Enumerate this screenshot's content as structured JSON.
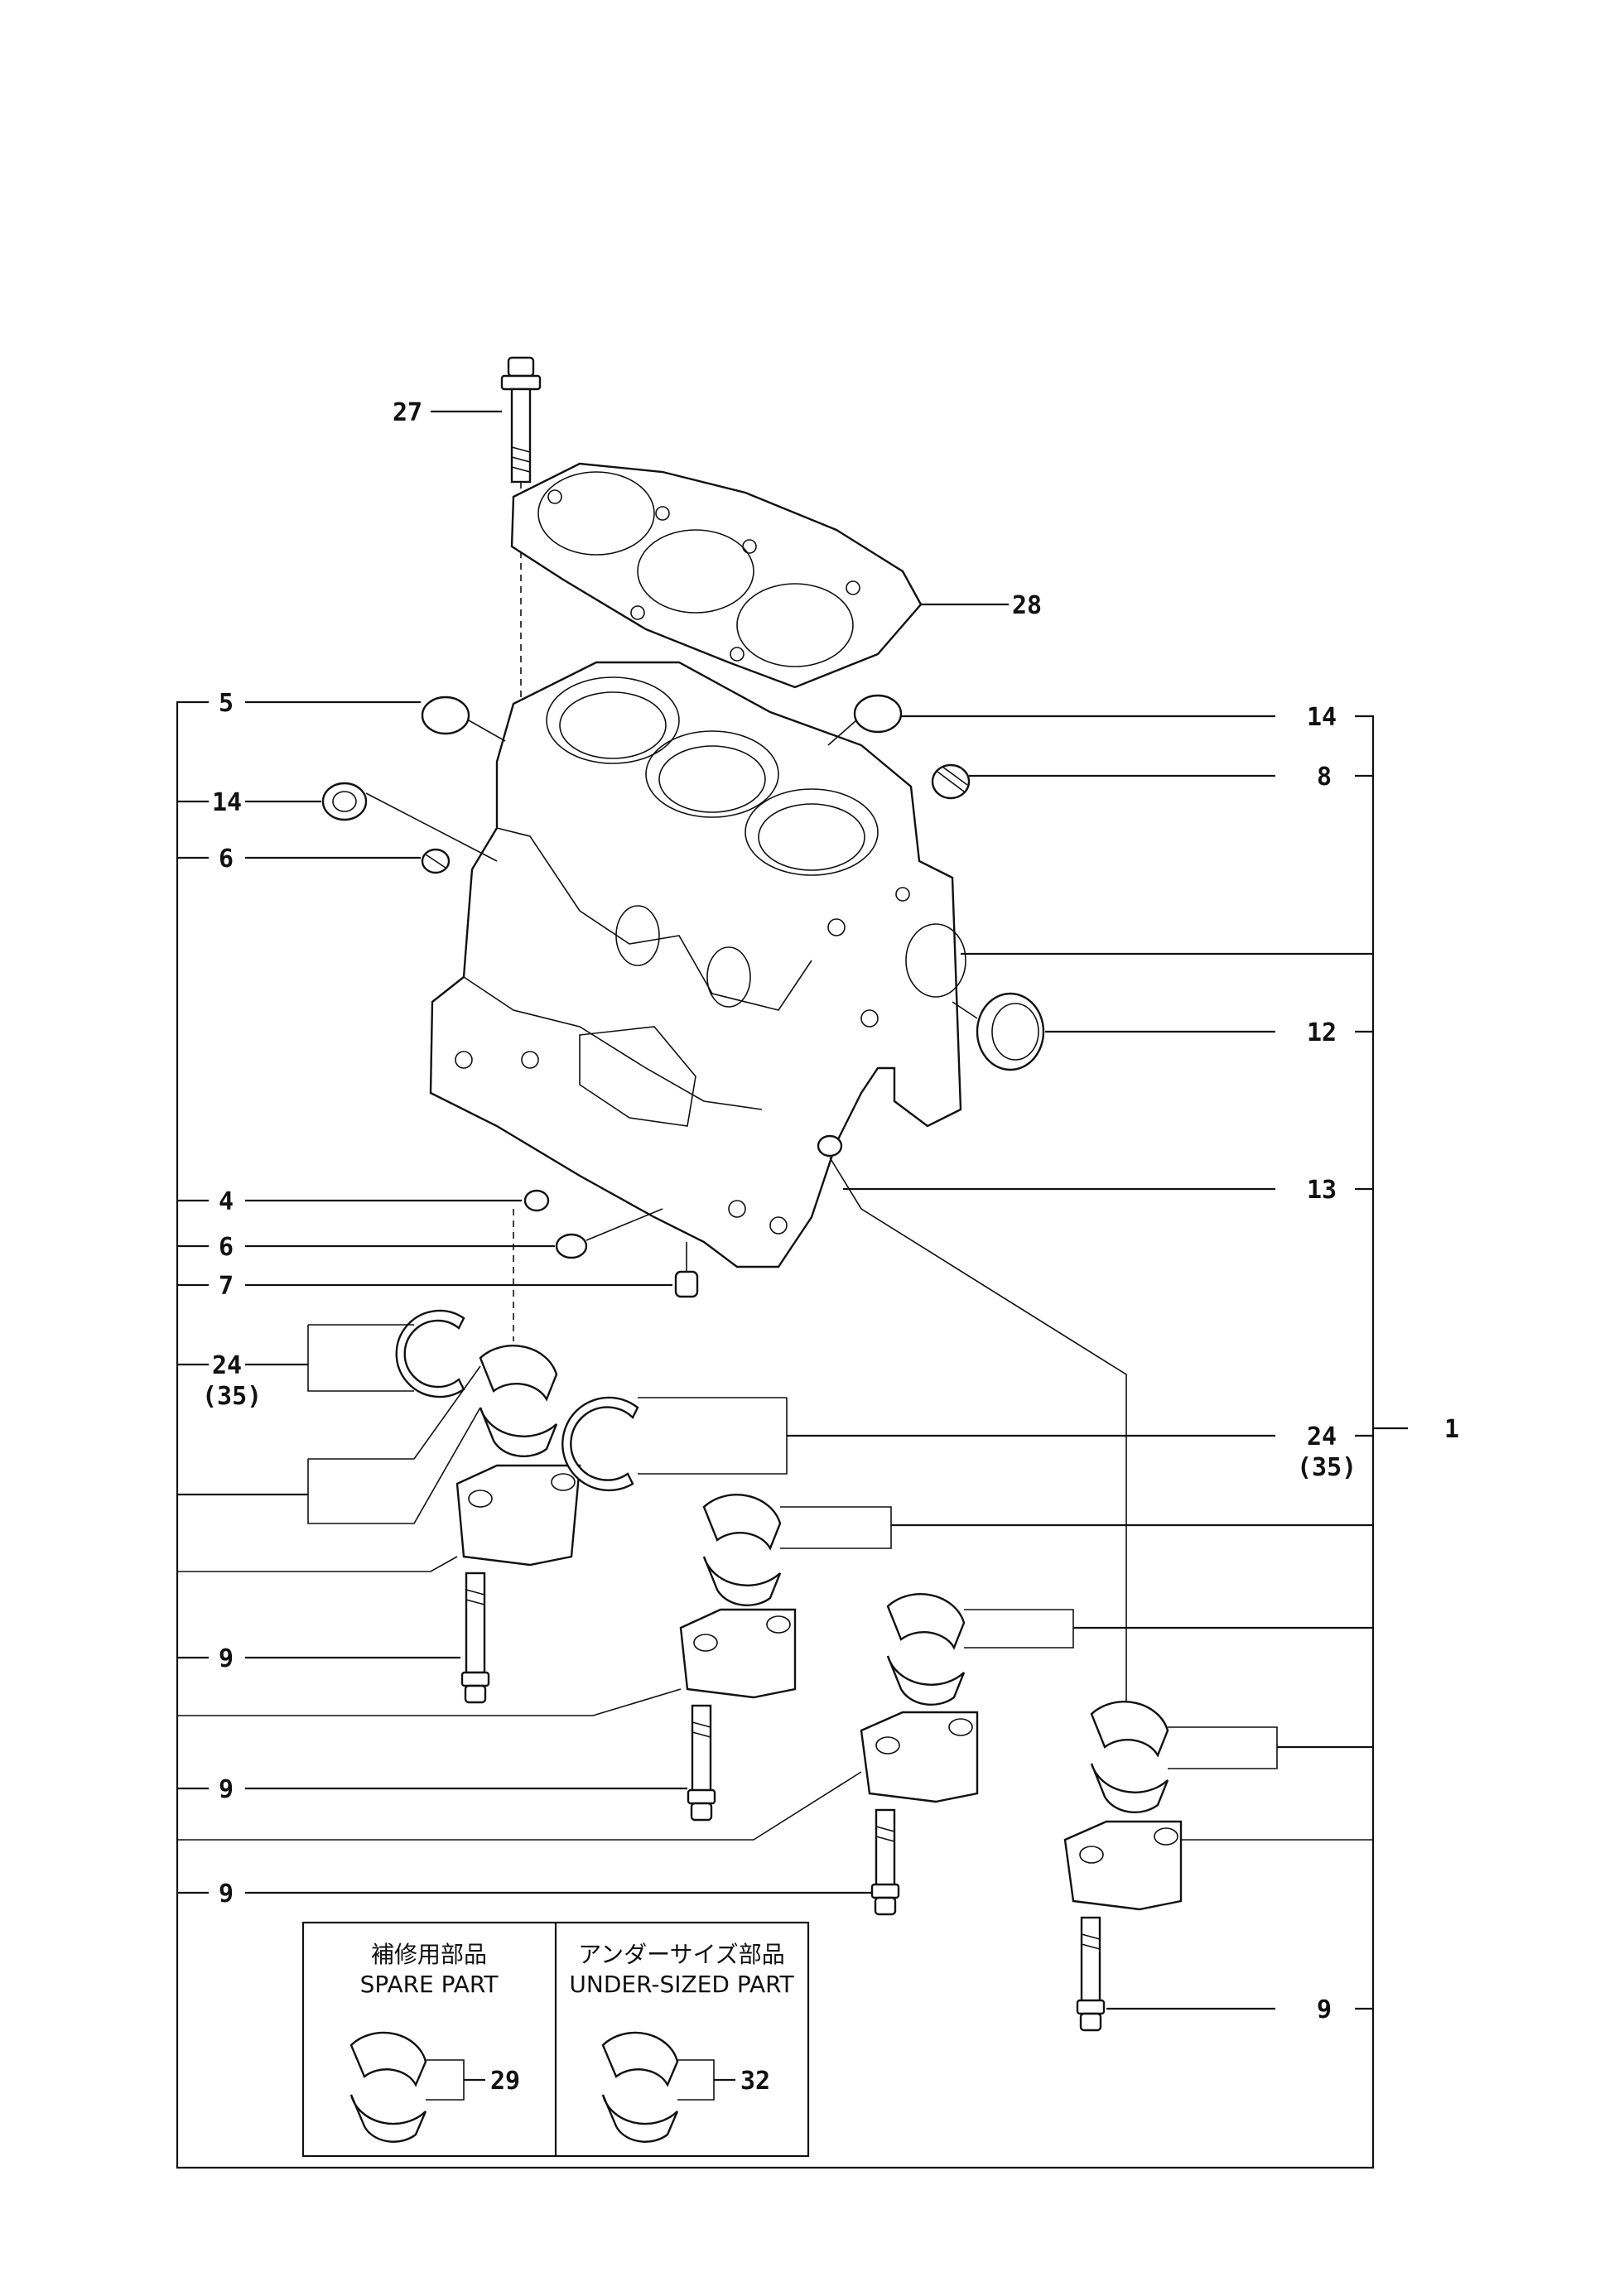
{
  "callouts": {
    "c27": "27",
    "c28": "28",
    "c5": "5",
    "c14a": "14",
    "c14b": "14",
    "c8": "8",
    "c6a": "6",
    "c12": "12",
    "c4": "4",
    "c13": "13",
    "c6b": "6",
    "c7": "7",
    "c24a": "24",
    "c35a": "(35)",
    "c24b": "24",
    "c35b": "(35)",
    "c1": "1",
    "c9a": "9",
    "c9b": "9",
    "c9c": "9",
    "c9d": "9",
    "c29": "29",
    "c32": "32"
  },
  "spare_box": {
    "title_jp": "補修用部品",
    "title_en": "SPARE PART"
  },
  "undersize_box": {
    "title_jp": "アンダーサイズ部品",
    "title_en": "UNDER-SIZED PART"
  }
}
